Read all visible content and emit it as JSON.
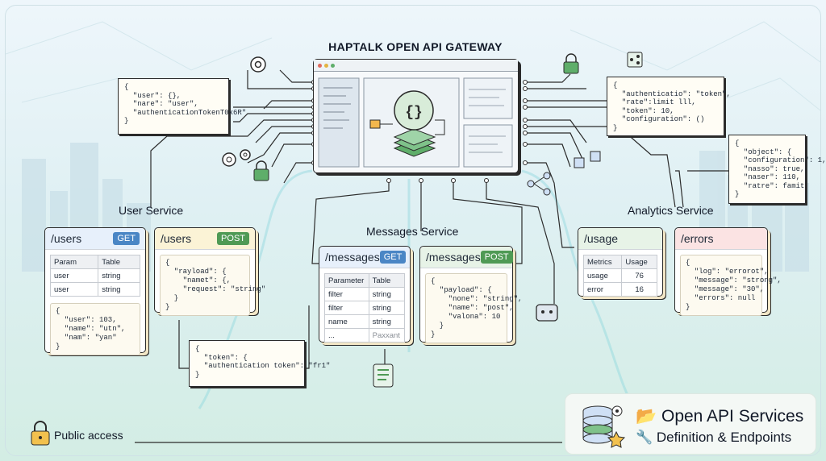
{
  "title": "HAPTALK OPEN API GATEWAY",
  "sections": {
    "user": "User Service",
    "messages": "Messages Service",
    "analytics": "Analytics Service"
  },
  "notes": {
    "top_left": "{\n  \"user\": {},\n  \"nare\": \"user\",\n  \"authenticationTokenT0x6R\"\n}",
    "top_right": "{\n  \"authenticatio\": \"token\",\n  \"rate\":limit lll,\n  \"token\": 10,\n  \"configuration\": ()\n}",
    "right": "{\n  \"object\": {\n  \"configuration\": 1,\n  \"nasso\": true,\n  \"naser\": 110,\n  \"ratre\": famit\n}",
    "bottom": "{\n  \"token\": {\n  \"authentication token\": \"fr1\"\n}"
  },
  "cards": {
    "users_get": {
      "path": "/users",
      "method": "GET",
      "headers": [
        "Param",
        "Table"
      ],
      "rows": [
        [
          "user",
          "string"
        ],
        [
          "user",
          "string"
        ]
      ],
      "code": "{\n  \"user\": 103,\n  \"name\": \"utn\",\n  \"nam\": \"yan\"\n}"
    },
    "users_post": {
      "path": "/users",
      "method": "POST",
      "code": "{\n  \"rayload\": {\n    \"namet\": {,\n    \"request\": \"string\"\n  }\n}"
    },
    "messages_get": {
      "path": "/messages",
      "method": "GET",
      "headers": [
        "Parameter",
        "Table"
      ],
      "rows": [
        [
          "filter",
          "string"
        ],
        [
          "filter",
          "string"
        ],
        [
          "name",
          "string"
        ],
        [
          "...",
          "Paxxant"
        ]
      ]
    },
    "messages_post": {
      "path": "/messages",
      "method": "POST",
      "code": "{\n  \"payload\": {\n    \"none\": \"string\",\n    \"name\": \"post\",\n    \"valona\": 10\n  }\n}"
    },
    "usage": {
      "path": "/usage",
      "headers": [
        "Metrics",
        "Usage"
      ],
      "rows": [
        [
          "usage",
          "76"
        ],
        [
          "error",
          "16"
        ]
      ]
    },
    "errors": {
      "path": "/errors",
      "code": "{\n  \"log\": \"errorot\",\n  \"message\": \"strong\",\n  \"message\": \"30\",\n  \"errors\": null\n}"
    }
  },
  "footer": {
    "public_access": "Public access",
    "title": "📂 Open API Services",
    "subtitle": "🔧 Definition & Endpoints"
  },
  "colors": {
    "get": "#4a86c5",
    "post": "#4f9a55",
    "accent": "#3b9b8f"
  }
}
